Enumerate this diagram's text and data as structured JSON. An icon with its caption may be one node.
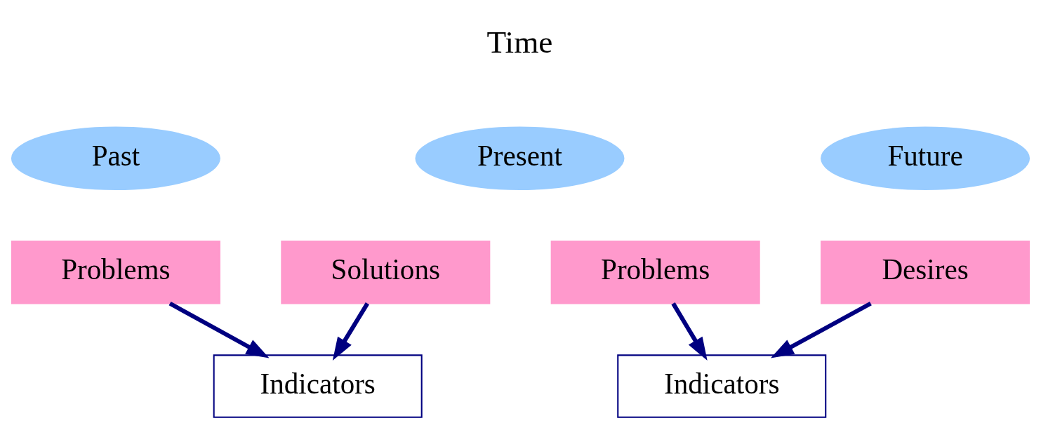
{
  "diagram": {
    "nodes": [
      {
        "text": [
          "Past"
        ]
      },
      {
        "text": [
          "Present"
        ]
      },
      {
        "text": [
          "Future"
        ]
      },
      {
        "text": [
          "Problems"
        ]
      },
      {
        "text": [
          "Solutions"
        ]
      },
      {
        "text": [
          "Problems"
        ]
      },
      {
        "text": [
          "Desires"
        ]
      },
      {
        "text": [
          "Indicators"
        ]
      },
      {
        "text": [
          "Indicators"
        ]
      }
    ],
    "edges": [
      {
        "from": 3,
        "to": 7,
        "arrow": "to"
      },
      {
        "from": 4,
        "to": 7,
        "arrow": "to"
      },
      {
        "from": 5,
        "to": 8,
        "arrow": "to"
      },
      {
        "from": 6,
        "to": 8,
        "arrow": "to"
      }
    ],
    "labels": [
      "Time"
    ]
  }
}
